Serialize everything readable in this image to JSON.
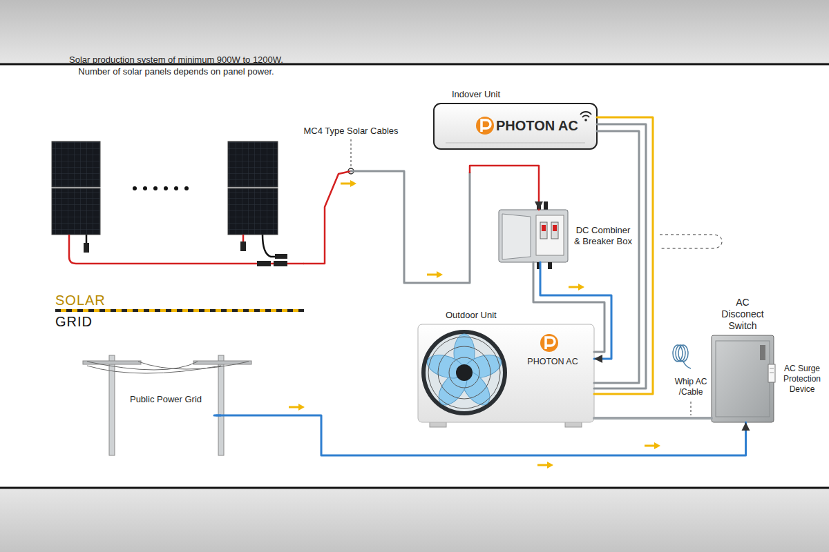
{
  "diagram": {
    "nodes": [
      {
        "text": [
          "Solar production system of minimum 900W to 1200W. Number of solar panels depends on panel power."
        ]
      },
      {
        "text": [
          "Indover Unit",
          "PHOTON AC"
        ]
      },
      {
        "text": [
          "DC Combiner & Breaker Box"
        ]
      },
      {
        "text": [
          "Outdoor Unit",
          "PHOTON AC"
        ]
      },
      {
        "text": [
          "Public Power Grid"
        ]
      },
      {
        "text": [
          "AC Disconect Switch",
          "AC Surge Protection Device"
        ]
      }
    ],
    "edges": [
      {
        "from": 0,
        "to": 2,
        "arrow": "to"
      },
      {
        "from": 2,
        "to": 3,
        "arrow": "to"
      },
      {
        "from": 3,
        "to": 1,
        "arrow": "none"
      },
      {
        "from": 4,
        "to": 5,
        "arrow": "to"
      },
      {
        "from": 5,
        "to": 3,
        "arrow": "none"
      }
    ],
    "labels": [
      "MC4 Type Solar Cables",
      "SOLAR",
      "GRID",
      "Whip AC /Cable"
    ]
  }
}
